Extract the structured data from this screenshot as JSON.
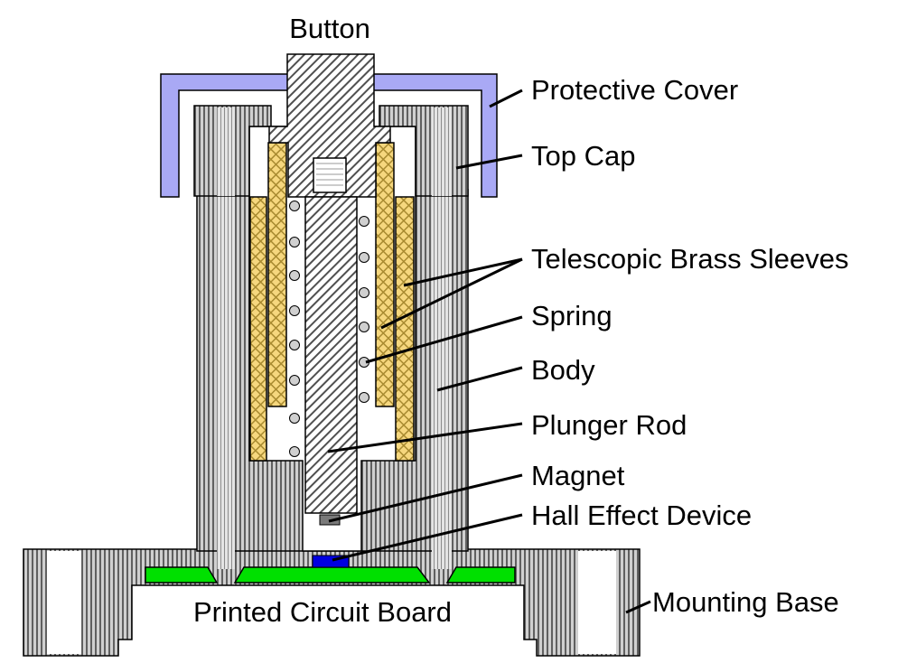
{
  "labels": {
    "button": "Button",
    "protective_cover": "Protective Cover",
    "top_cap": "Top Cap",
    "brass_sleeves": "Telescopic Brass Sleeves",
    "spring": "Spring",
    "body": "Body",
    "plunger_rod": "Plunger Rod",
    "magnet": "Magnet",
    "hall_effect": "Hall Effect Device",
    "pcb": "Printed Circuit Board",
    "mounting_base": "Mounting Base"
  },
  "colors": {
    "cover": "#a9a9f5",
    "brass": "#f6d77e",
    "pcb": "#00e000",
    "hall_device": "#0000e0",
    "magnet": "#7a7a7a"
  }
}
